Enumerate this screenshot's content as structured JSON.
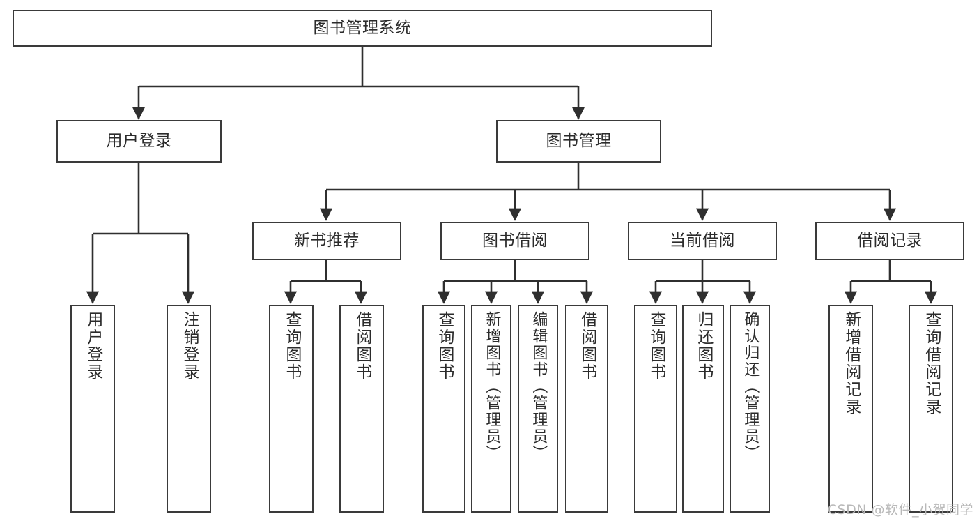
{
  "diagram": {
    "type": "tree-hierarchy-chart",
    "title": "图书管理系统",
    "orientation": "top-down",
    "colors": {
      "background": "#ffffff",
      "node_border": "#3a3a3a",
      "node_fill": "#ffffff",
      "text": "#2b2b2b",
      "edge": "#2f2f2f",
      "watermark": "#b9b9b9"
    },
    "root": {
      "id": "root",
      "label": "图书管理系统",
      "level": 0
    },
    "level1": [
      {
        "id": "user-login",
        "label": "用户登录",
        "level": 1
      },
      {
        "id": "book-manage",
        "label": "图书管理",
        "level": 1
      }
    ],
    "level2": [
      {
        "id": "new-book-recommend",
        "label": "新书推荐",
        "level": 2,
        "parent": "book-manage"
      },
      {
        "id": "book-borrow",
        "label": "图书借阅",
        "level": 2,
        "parent": "book-manage"
      },
      {
        "id": "current-borrow",
        "label": "当前借阅",
        "level": 2,
        "parent": "book-manage"
      },
      {
        "id": "borrow-record",
        "label": "借阅记录",
        "level": 2,
        "parent": "book-manage"
      }
    ],
    "leaves": [
      {
        "id": "leaf-user-login",
        "label": "用户登录",
        "parent": "user-login"
      },
      {
        "id": "leaf-user-logout",
        "label": "注销登录",
        "parent": "user-login"
      },
      {
        "id": "leaf-query-book-1",
        "label": "查询图书",
        "parent": "new-book-recommend"
      },
      {
        "id": "leaf-borrow-book-1",
        "label": "借阅图书",
        "parent": "new-book-recommend"
      },
      {
        "id": "leaf-query-book-2",
        "label": "查询图书",
        "parent": "book-borrow"
      },
      {
        "id": "leaf-add-book",
        "label": "新增图书（管理员）",
        "parent": "book-borrow"
      },
      {
        "id": "leaf-edit-book",
        "label": "编辑图书（管理员）",
        "parent": "book-borrow"
      },
      {
        "id": "leaf-borrow-book-2",
        "label": "借阅图书",
        "parent": "book-borrow"
      },
      {
        "id": "leaf-query-book-3",
        "label": "查询图书",
        "parent": "current-borrow"
      },
      {
        "id": "leaf-return-book",
        "label": "归还图书",
        "parent": "current-borrow"
      },
      {
        "id": "leaf-confirm-return",
        "label": "确认归还（管理员）",
        "parent": "current-borrow"
      },
      {
        "id": "leaf-add-record",
        "label": "新增借阅记录",
        "parent": "borrow-record"
      },
      {
        "id": "leaf-query-record",
        "label": "查询借阅记录",
        "parent": "borrow-record"
      }
    ]
  },
  "watermark": {
    "text": "CSDN @软件_小贺同学"
  }
}
